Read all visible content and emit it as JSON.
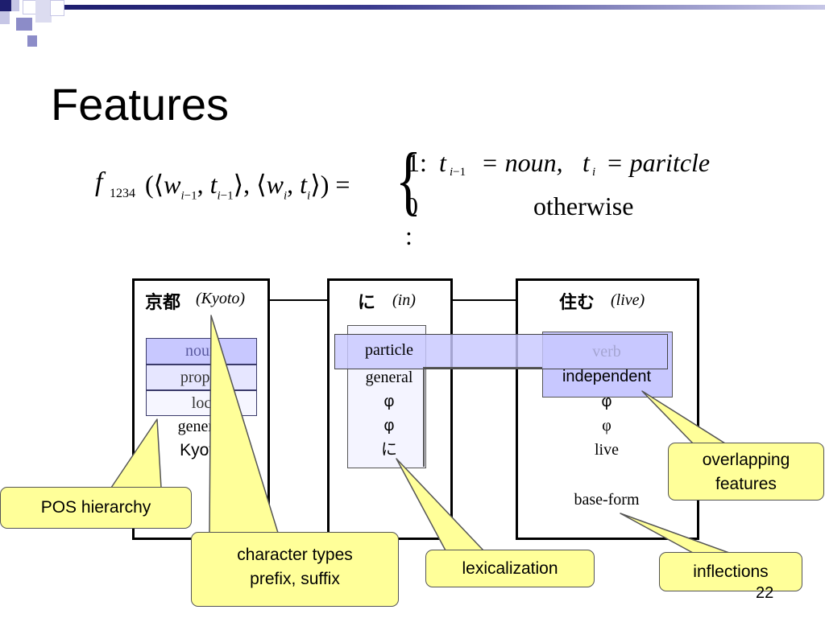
{
  "slide": {
    "title": "Features",
    "page_number": "22",
    "colors": {
      "callout": "#ffff99",
      "highlight_dark": "#c8c8ff",
      "highlight_light": "#e6e6ff"
    }
  },
  "formula": {
    "f": "f",
    "f_sub": "1234",
    "lhs_args": "(⟨w",
    "case1_value": "1:",
    "case1_condition_a": "t",
    "case1_condition_rel": "= noun,",
    "case1_condition_b": "t",
    "case1_condition_rel2": "= paritcle",
    "case2_value": "0 :",
    "case2_condition": "otherwise"
  },
  "words": [
    {
      "word": "京都",
      "gloss": "(Kyoto)",
      "features": [
        "noun",
        "proper",
        "loc",
        "general",
        "Kyoto"
      ]
    },
    {
      "word": "に",
      "gloss": "(in)",
      "features": [
        "particle",
        "general",
        "φ",
        "φ",
        "に"
      ]
    },
    {
      "word": "住む",
      "gloss": "(live)",
      "features": [
        "verb",
        "independent",
        "φ",
        "φ",
        "live",
        "base-form"
      ]
    }
  ],
  "callouts": {
    "pos_hierarchy": "POS hierarchy",
    "char_types_line1": "character types",
    "char_types_line2": "prefix, suffix",
    "lexicalization": "lexicalization",
    "overlapping_line1": "overlapping",
    "overlapping_line2": "features",
    "inflections": "inflections"
  }
}
